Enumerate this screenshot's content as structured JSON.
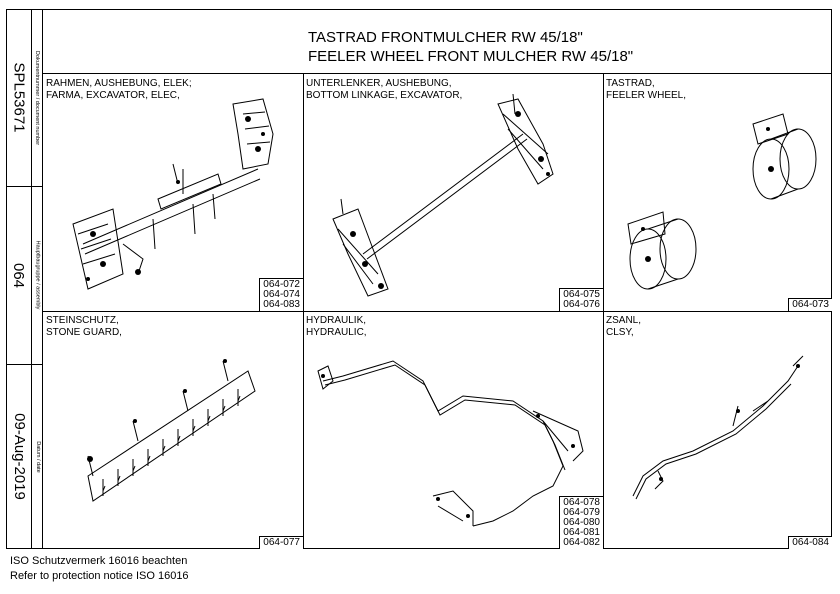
{
  "sidebar": {
    "document_number": "SPL53671",
    "document_number_caption": "Dokumentnummer / document number",
    "assembly": "064",
    "assembly_caption": "Hauptbaugruppe / assembly",
    "date": "09-Aug-2019",
    "date_caption": "Datum / date"
  },
  "header": {
    "title_line1": "TASTRAD FRONTMULCHER RW 45/18\"",
    "title_line2": "FEELER WHEEL FRONT MULCHER RW 45/18\""
  },
  "cells": [
    {
      "label_line1": "RAHMEN, AUSHEBUNG, ELEK;",
      "label_line2": "FARMA, EXCAVATOR, ELEC,",
      "part_numbers": [
        "064-072",
        "064-074",
        "064-083"
      ]
    },
    {
      "label_line1": "UNTERLENKER, AUSHEBUNG,",
      "label_line2": "BOTTOM LINKAGE, EXCAVATOR,",
      "part_numbers": [
        "064-075",
        "064-076"
      ]
    },
    {
      "label_line1": "TASTRAD,",
      "label_line2": "FEELER WHEEL,",
      "part_numbers": [
        "064-073"
      ]
    },
    {
      "label_line1": "STEINSCHUTZ,",
      "label_line2": "STONE GUARD,",
      "part_numbers": [
        "064-077"
      ]
    },
    {
      "label_line1": "HYDRAULIK,",
      "label_line2": "HYDRAULIC,",
      "part_numbers": [
        "064-078",
        "064-079",
        "064-080",
        "064-081",
        "064-082"
      ]
    },
    {
      "label_line1": "ZSANL,",
      "label_line2": "CLSY,",
      "part_numbers": [
        "064-084"
      ]
    }
  ],
  "footer": {
    "line1": "ISO Schutzvermerk 16016 beachten",
    "line2": "Refer to protection notice ISO 16016"
  }
}
